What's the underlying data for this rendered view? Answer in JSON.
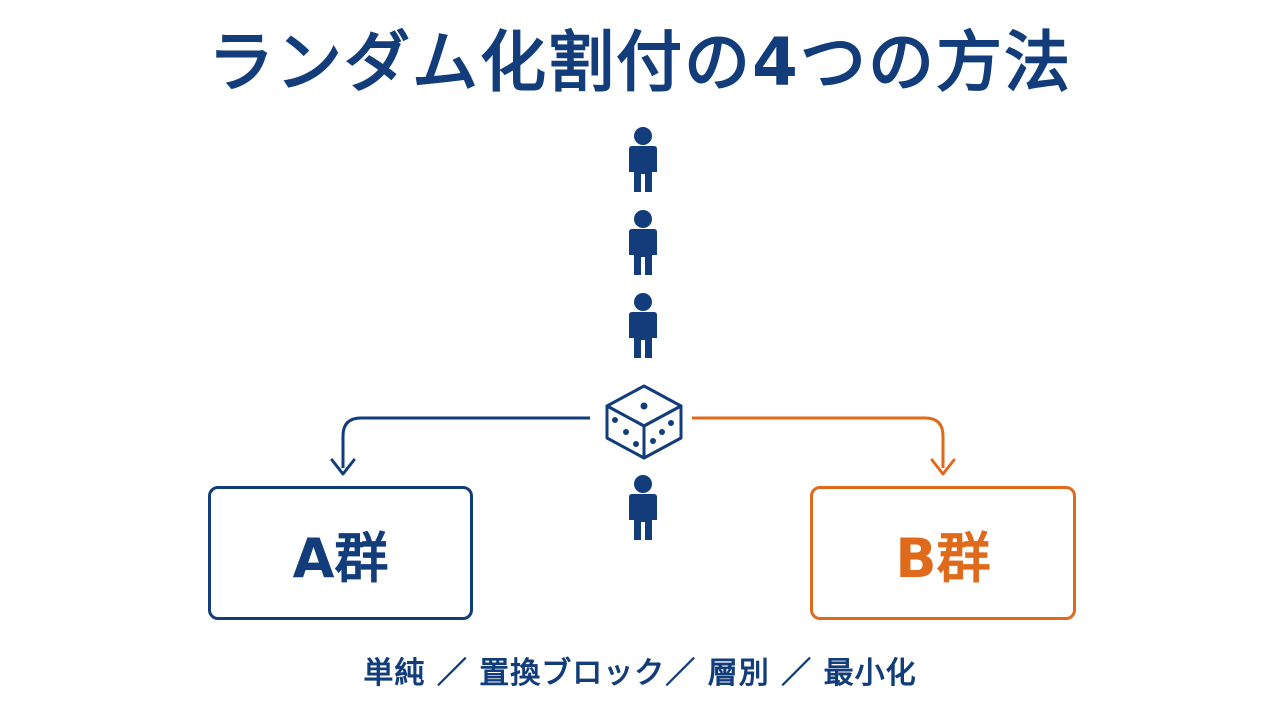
{
  "title": "ランダム化割付の4つの方法",
  "groups": {
    "a_label": "A群",
    "b_label": "B群"
  },
  "methods_line": "単純 ／ 置換ブロック／ 層別 ／ 最小化",
  "icons": {
    "person": "person-icon",
    "dice": "dice-icon",
    "arrow": "arrow-down-icon"
  },
  "colors": {
    "primary": "#123d7a",
    "accent": "#e06a1b"
  }
}
